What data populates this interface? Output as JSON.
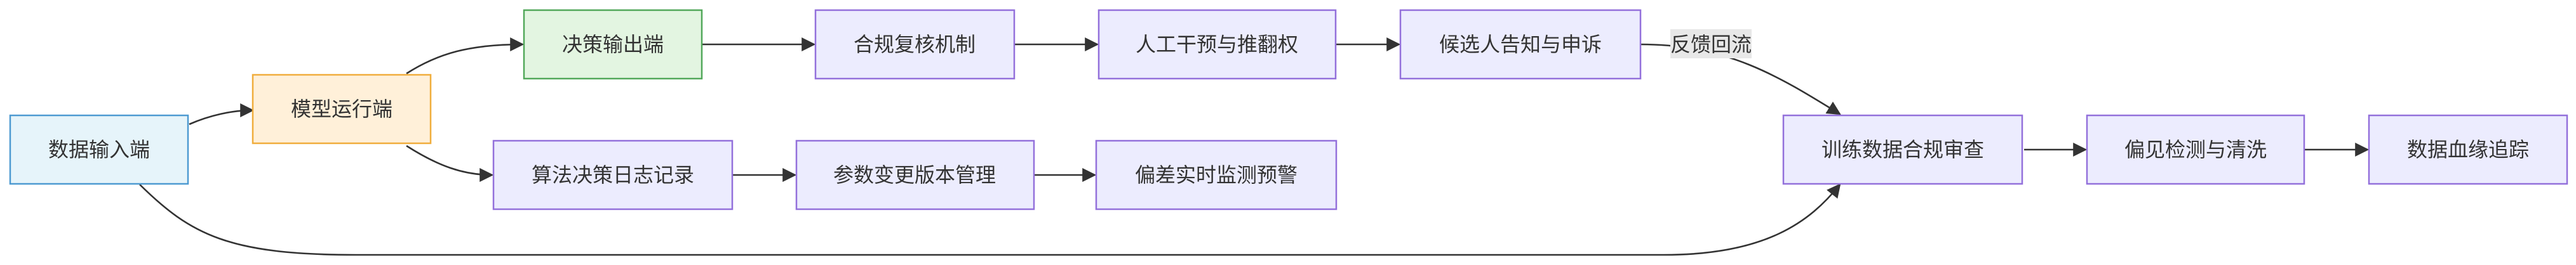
{
  "diagram": {
    "nodes": {
      "input": {
        "label": "数据输入端",
        "fill": "#e6f4fa",
        "stroke": "#4d9ad1"
      },
      "model": {
        "label": "模型运行端",
        "fill": "#fff0d9",
        "stroke": "#f0ad3c"
      },
      "output": {
        "label": "决策输出端",
        "fill": "#e3f5e1",
        "stroke": "#52a85a"
      },
      "review": {
        "label": "合规复核机制",
        "fill": "#ececfe",
        "stroke": "#9370db"
      },
      "override": {
        "label": "人工干预与推翻权",
        "fill": "#ececfe",
        "stroke": "#9370db"
      },
      "notify": {
        "label": "候选人告知与申诉",
        "fill": "#ececfe",
        "stroke": "#9370db"
      },
      "log": {
        "label": "算法决策日志记录",
        "fill": "#ececfe",
        "stroke": "#9370db"
      },
      "version": {
        "label": "参数变更版本管理",
        "fill": "#ececfe",
        "stroke": "#9370db"
      },
      "monitor": {
        "label": "偏差实时监测预警",
        "fill": "#ececfe",
        "stroke": "#9370db"
      },
      "training": {
        "label": "训练数据合规审查",
        "fill": "#ececfe",
        "stroke": "#9370db"
      },
      "bias": {
        "label": "偏见检测与清洗",
        "fill": "#ececfe",
        "stroke": "#9370db"
      },
      "lineage": {
        "label": "数据血缘追踪",
        "fill": "#ececfe",
        "stroke": "#9370db"
      }
    },
    "edges": [
      {
        "from": "input",
        "to": "model"
      },
      {
        "from": "model",
        "to": "output"
      },
      {
        "from": "model",
        "to": "log"
      },
      {
        "from": "output",
        "to": "review"
      },
      {
        "from": "review",
        "to": "override"
      },
      {
        "from": "override",
        "to": "notify"
      },
      {
        "from": "notify",
        "to": "training",
        "label": "反馈回流"
      },
      {
        "from": "log",
        "to": "version"
      },
      {
        "from": "version",
        "to": "monitor"
      },
      {
        "from": "training",
        "to": "bias"
      },
      {
        "from": "bias",
        "to": "lineage"
      },
      {
        "from": "input",
        "to": "training"
      }
    ]
  }
}
